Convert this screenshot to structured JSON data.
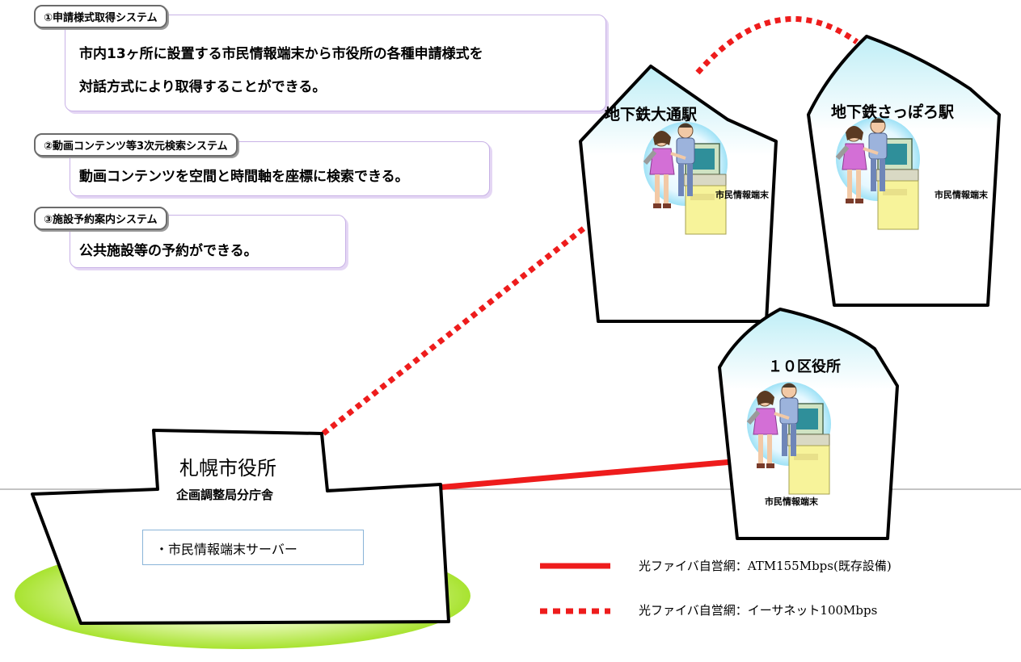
{
  "systems": [
    {
      "tag": "①申請様式取得システム",
      "lines": [
        "市内13ヶ所に設置する市民情報端末から市役所の各種申請様式を",
        "対話方式により取得することができる。"
      ]
    },
    {
      "tag": "②動画コンテンツ等3次元検索システム",
      "lines": [
        "動画コンテンツを空間と時間軸を座標に検索できる。"
      ]
    },
    {
      "tag": "③施設予約案内システム",
      "lines": [
        "公共施設等の予約ができる。"
      ]
    }
  ],
  "locations": {
    "odori": {
      "name": "地下鉄大通駅",
      "terminal": "市民情報端末"
    },
    "sapporo": {
      "name": "地下鉄さっぽろ駅",
      "terminal": "市民情報端末"
    },
    "ward": {
      "name": "１０区役所",
      "terminal": "市民情報端末"
    }
  },
  "city_hall": {
    "name": "札幌市役所",
    "subtitle": "企画調整局分庁舎",
    "server": "・市民情報端末サーバー"
  },
  "legend": [
    {
      "style": "solid",
      "label": "光ファイバ自営網：ATM155Mbps(既存設備)"
    },
    {
      "style": "dotted",
      "label": "光ファイバ自営網：イーサネット100Mbps"
    }
  ],
  "colors": {
    "link": "#ee1c1c",
    "building_sky": "#dff7fb",
    "ground": "#b6ec3c",
    "tag_border": "#6b6b6b",
    "desc_border": "#c8b2e6"
  }
}
